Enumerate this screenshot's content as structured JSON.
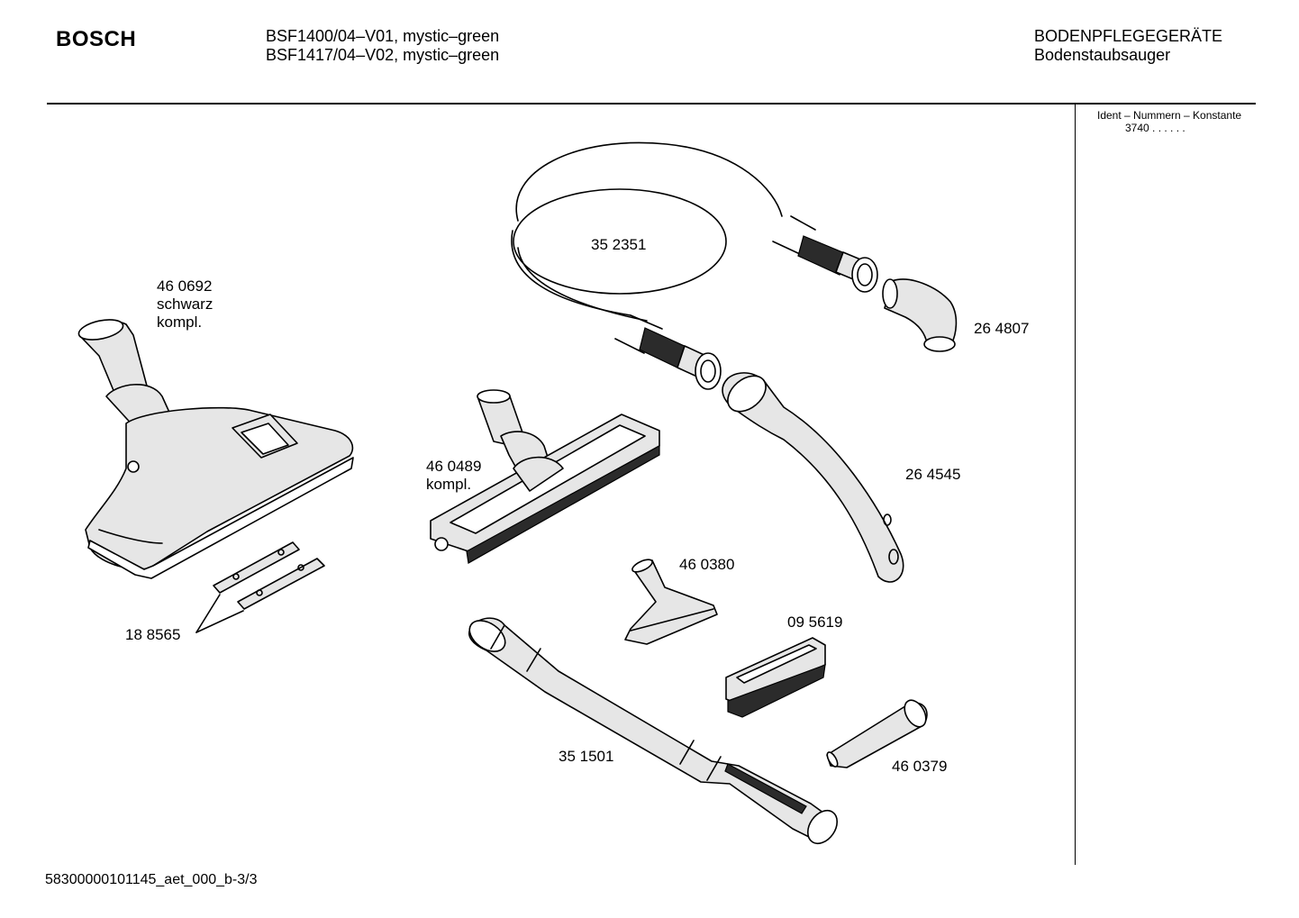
{
  "header": {
    "brand": "BOSCH",
    "models": [
      "BSF1400/04–V01, mystic–green",
      "BSF1417/04–V02, mystic–green"
    ],
    "category": "BODENPFLEGEGERÄTE",
    "subcategory": "Bodenstaubsauger",
    "ident_title": "Ident – Nummern – Konstante",
    "ident_value": "3740  . .    . . . ."
  },
  "parts": {
    "hose": "35 2351",
    "floor_nozzle": [
      "46 0692",
      "schwarz",
      "kompl."
    ],
    "elbow": "26 4807",
    "parquet_nozzle": [
      "46 0489",
      "kompl."
    ],
    "handle_tube": "26 4545",
    "upholstery_nozzle": "46 0380",
    "strips": "18 8565",
    "brush": "09 5619",
    "telescopic_tube": "35 1501",
    "crevice_nozzle": "46 0379"
  },
  "footer": {
    "doc_id": "58300000101145_aet_000_b-3/3"
  }
}
